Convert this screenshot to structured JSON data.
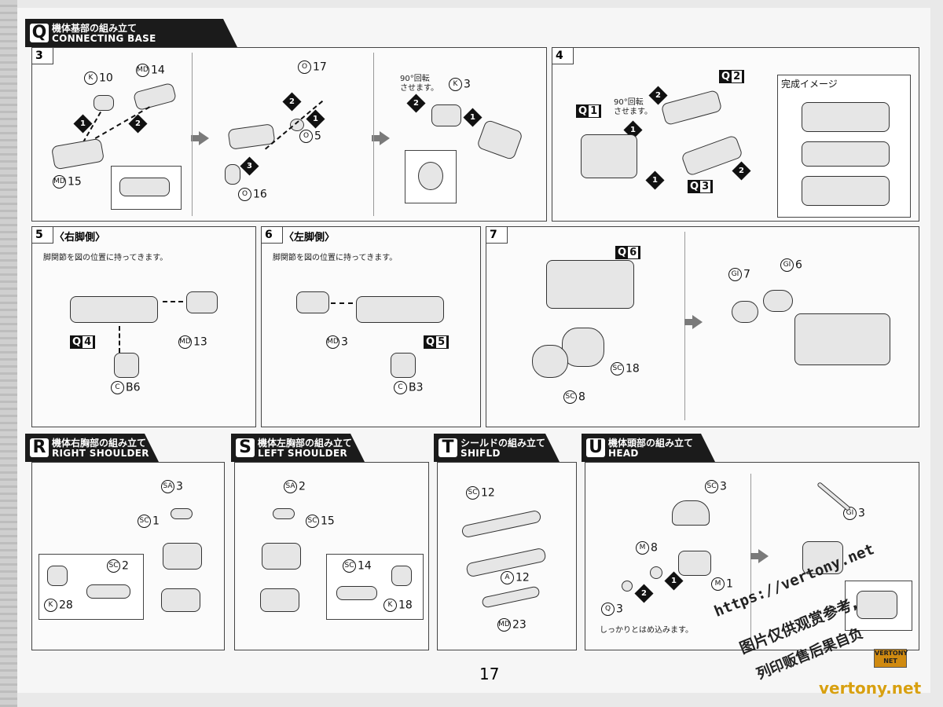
{
  "page_number": "17",
  "sections": {
    "Q": {
      "letter": "Q",
      "jp": "機体基部の組み立て",
      "en": "CONNECTING BASE"
    },
    "R": {
      "letter": "R",
      "jp": "機体右胸部の組み立て",
      "en": "RIGHT SHOULDER"
    },
    "S": {
      "letter": "S",
      "jp": "機体左胸部の組み立て",
      "en": "LEFT SHOULDER"
    },
    "T": {
      "letter": "T",
      "jp": "シールドの組み立て",
      "en": "SHIFLD"
    },
    "U": {
      "letter": "U",
      "jp": "機体頭部の組み立て",
      "en": "HEAD"
    }
  },
  "step3": {
    "no": "3",
    "labels": {
      "k10": {
        "c": "K",
        "n": "10"
      },
      "md14": {
        "c": "MD",
        "n": "14"
      },
      "md15": {
        "c": "MD",
        "n": "15"
      },
      "o17": {
        "c": "O",
        "n": "17"
      },
      "o5": {
        "c": "O",
        "n": "5"
      },
      "o16": {
        "c": "O",
        "n": "16"
      },
      "k3": {
        "c": "K",
        "n": "3"
      }
    },
    "rotate_note1": "90°回転",
    "rotate_note2": "させます。"
  },
  "step4": {
    "no": "4",
    "q1": "1",
    "q2": "2",
    "q3": "3",
    "qletter": "Q",
    "rotate_note1": "90°回転",
    "rotate_note2": "させます。",
    "complete_image": "完成イメージ"
  },
  "step5": {
    "no": "5",
    "subtitle": "〈右脚側〉",
    "note": "脚関節を図の位置に持ってきます。",
    "q": "4",
    "md13": {
      "c": "MD",
      "n": "13"
    },
    "cb": {
      "c": "C",
      "n": "B6"
    }
  },
  "step6": {
    "no": "6",
    "subtitle": "〈左脚側〉",
    "note": "脚関節を図の位置に持ってきます。",
    "q": "5",
    "md3": {
      "c": "MD",
      "n": "3"
    },
    "cb": {
      "c": "C",
      "n": "B3"
    }
  },
  "step7": {
    "no": "7",
    "q": "6",
    "sc18": {
      "c": "SC",
      "n": "18"
    },
    "sc8": {
      "c": "SC",
      "n": "8"
    },
    "g7": {
      "c": "GI",
      "n": "7"
    },
    "g6": {
      "c": "GI",
      "n": "6"
    }
  },
  "R": {
    "sa3": {
      "c": "SA",
      "n": "3"
    },
    "sc1": {
      "c": "SC",
      "n": "1"
    },
    "sc2": {
      "c": "SC",
      "n": "2"
    },
    "k28": {
      "c": "K",
      "n": "28"
    }
  },
  "S": {
    "sa2": {
      "c": "SA",
      "n": "2"
    },
    "sc15": {
      "c": "SC",
      "n": "15"
    },
    "sc14": {
      "c": "SC",
      "n": "14"
    },
    "k18": {
      "c": "K",
      "n": "18"
    }
  },
  "T": {
    "sc12": {
      "c": "SC",
      "n": "12"
    },
    "a12": {
      "c": "A",
      "n": "12"
    },
    "md23": {
      "c": "MD",
      "n": "23"
    }
  },
  "U": {
    "sc3": {
      "c": "SC",
      "n": "3"
    },
    "m8": {
      "c": "M",
      "n": "8"
    },
    "m1": {
      "c": "M",
      "n": "1"
    },
    "q3": {
      "c": "Q",
      "n": "3"
    },
    "g3": {
      "c": "GI",
      "n": "3"
    },
    "note": "しっかりとはめ込みます。"
  },
  "watermark": {
    "url": "https://vertony.net",
    "line2": "图片仅供观赏参考,",
    "line3": "列印贩售后果自负",
    "logo_top": "VERTONY",
    "logo_bottom": "NET",
    "site": "vertony.net"
  },
  "colors": {
    "header": "#1b1b1b",
    "logo": "#d08a10"
  }
}
